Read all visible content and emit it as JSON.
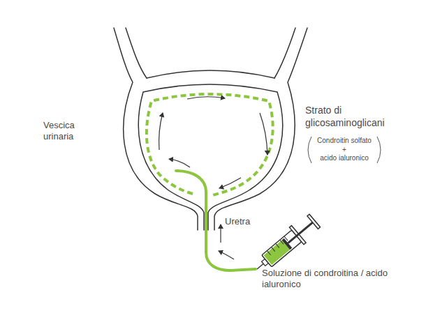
{
  "diagram": {
    "labels": [
      "Vescica urinaria",
      "Strato di glicosaminoglicani",
      "Condroitin solfato",
      "+",
      "acido ialuronico",
      "Uretra",
      "Soluzione di condroitina / acido ialuronico"
    ]
  }
}
